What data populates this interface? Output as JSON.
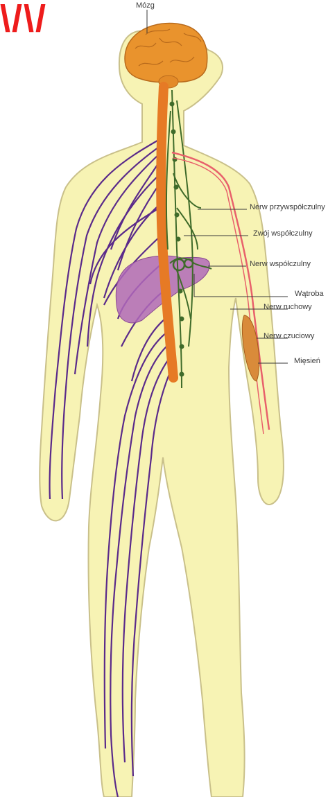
{
  "corner_mark": "\\/\\/",
  "labels": {
    "brain": "Mózg",
    "parasympathetic_nerve": "Nerw przywspółczulny",
    "sympathetic_ganglion": "Zwój współczulny",
    "sympathetic_nerve": "Nerw współczulny",
    "liver": "Wątroba",
    "motor_nerve": "Nerw ruchowy",
    "sensory_nerve": "Nerw czuciowy",
    "muscle": "Mięsień"
  },
  "colors": {
    "skin": "#f7f3b4",
    "outline": "#c9c08a",
    "brain": "#e9932d",
    "spinal_cord": "#e67a25",
    "peripheral_nerves": "#5a2a8a",
    "liver": "#b069b8",
    "autonomic_chain": "#3f6b2a",
    "motor_sensory": "#e8606b",
    "muscle": "#d98b3a",
    "corner_mark": "#ee1c1c"
  }
}
